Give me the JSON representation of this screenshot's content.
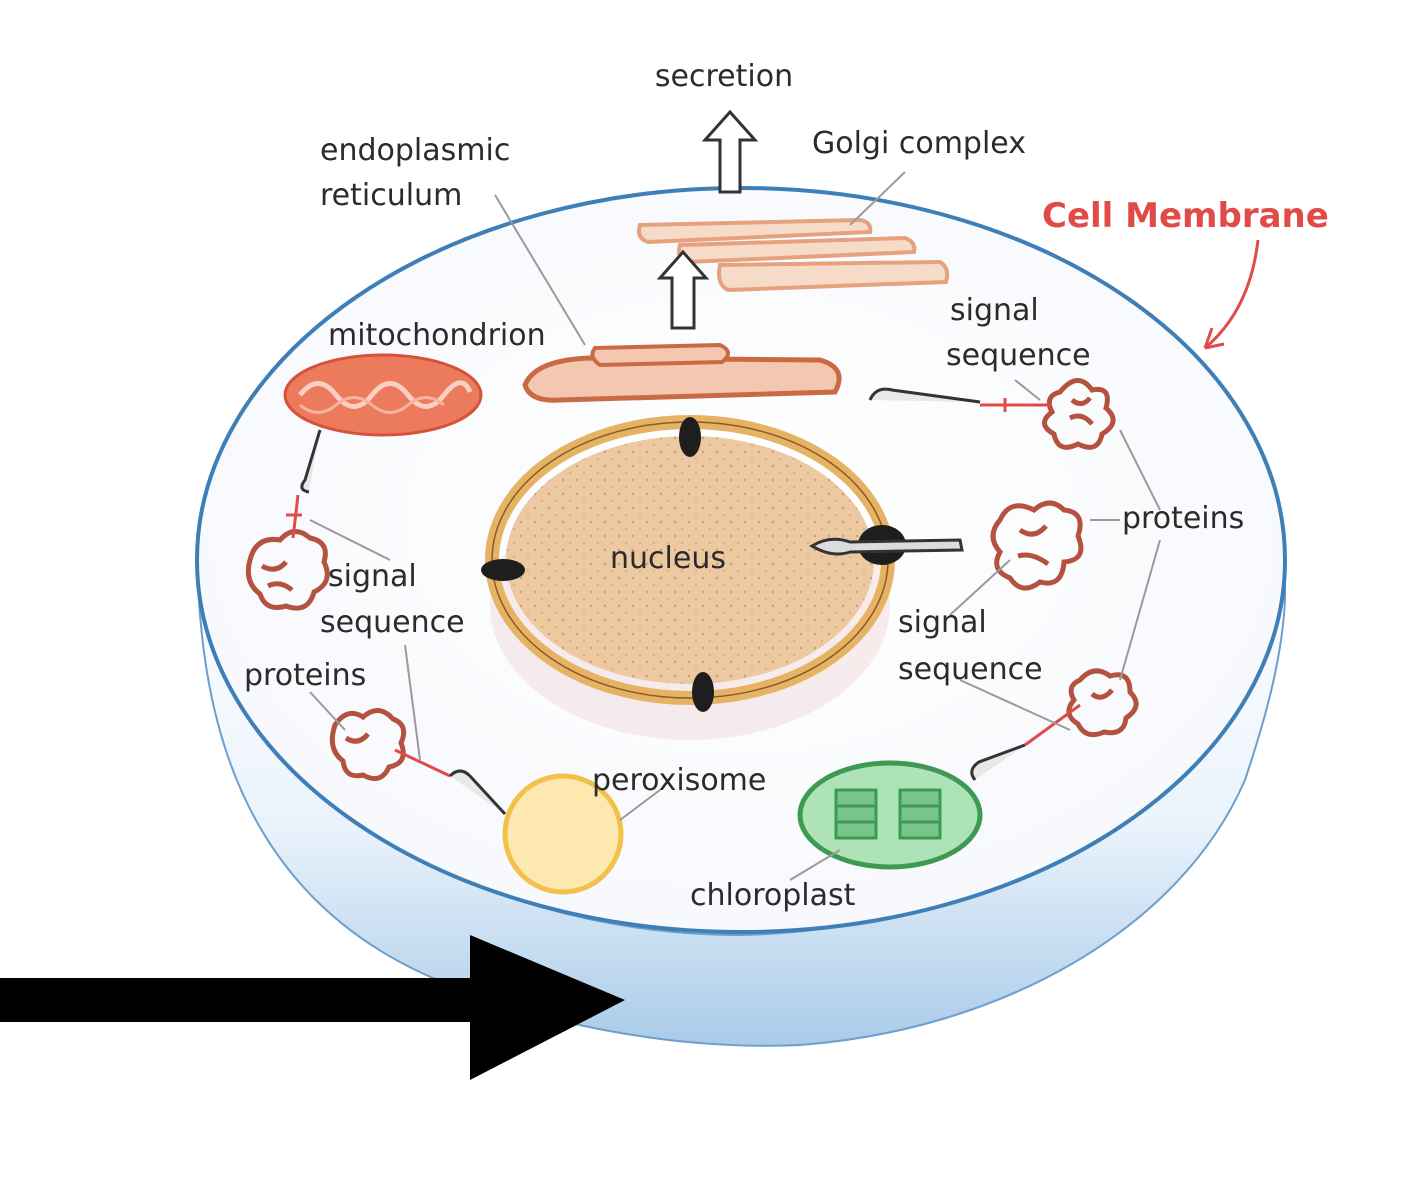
{
  "labels": {
    "secretion": "secretion",
    "er_line1": "endoplasmic",
    "er_line2": "reticulum",
    "golgi": "Golgi complex",
    "cell_membrane": "Cell Membrane",
    "mitochondrion": "mitochondrion",
    "signal_tr_1": "signal",
    "signal_tr_2": "sequence",
    "proteins_right": "proteins",
    "nucleus": "nucleus",
    "signal_left_1": "signal",
    "signal_left_2": "sequence",
    "proteins_left": "proteins",
    "signal_br_1": "signal",
    "signal_br_2": "sequence",
    "peroxisome": "peroxisome",
    "chloroplast": "chloroplast"
  },
  "colors": {
    "membrane": "#3f7fb8",
    "membrane_label": "#e04a48",
    "nucleus_fill": "#ecc9a0",
    "nuclear_envelope": "#e6b364",
    "mitochondrion": "#e86a4e",
    "golgi": "#e6a27e",
    "protein": "#b5523f",
    "peroxisome_fill": "#fde8b0",
    "peroxisome_edge": "#f2c14a",
    "chloroplast_fill": "#aee3b8",
    "chloroplast_edge": "#3e9a52",
    "pointer_arrow": "#000000"
  }
}
